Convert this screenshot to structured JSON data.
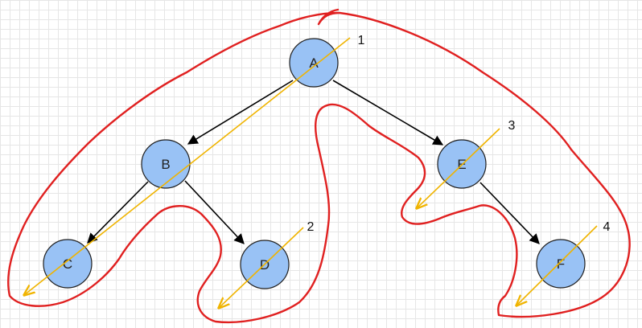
{
  "diagram": {
    "colors": {
      "node_fill": "#99c2f5",
      "node_stroke": "#1f1f1f",
      "edge": "#000000",
      "outline": "#e02020",
      "arrow": "#f0b400"
    },
    "nodes": [
      {
        "id": "A",
        "label": "A"
      },
      {
        "id": "B",
        "label": "B"
      },
      {
        "id": "C",
        "label": "C"
      },
      {
        "id": "D",
        "label": "D"
      },
      {
        "id": "E",
        "label": "E"
      },
      {
        "id": "F",
        "label": "F"
      }
    ],
    "edges": [
      {
        "from": "A",
        "to": "B"
      },
      {
        "from": "A",
        "to": "E"
      },
      {
        "from": "B",
        "to": "C"
      },
      {
        "from": "B",
        "to": "D"
      },
      {
        "from": "E",
        "to": "F"
      }
    ],
    "step_labels": [
      "1",
      "2",
      "3",
      "4"
    ]
  }
}
